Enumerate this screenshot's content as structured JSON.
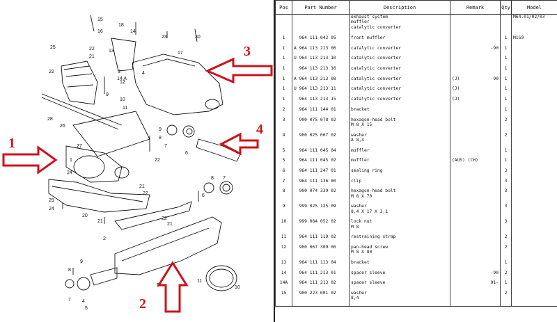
{
  "diagram": {
    "callouts": [
      "1",
      "2",
      "3",
      "4"
    ],
    "labels": [
      "16",
      "14",
      "23",
      "30",
      "15",
      "18",
      "25",
      "22",
      "21",
      "13",
      "17",
      "3",
      "4",
      "22",
      "12",
      "14 A",
      "9",
      "10",
      "11",
      "28",
      "26",
      "9",
      "8",
      "7",
      "6",
      "1",
      "6",
      "8",
      "7",
      "22",
      "21",
      "22",
      "29",
      "24",
      "21",
      "27",
      "22",
      "21",
      "20",
      "24",
      "5",
      "8",
      "7",
      "2",
      "9",
      "4",
      "5",
      "11",
      "10"
    ]
  },
  "table": {
    "headers": [
      "Pos",
      "Part Number",
      "Description",
      "Remark",
      "Qty",
      "Model"
    ],
    "rows": [
      {
        "pos": "",
        "part": "",
        "desc": "exhaust system\nmuffler\ncatalytic converter",
        "remark": "",
        "remark2": "",
        "qty": "",
        "model": "M64.01/02/03",
        "cls": "first"
      },
      {
        "pos": "1",
        "part": "  964 111 042 05",
        "desc": "front muffler",
        "remark": "",
        "remark2": "",
        "qty": "1",
        "model": "M150",
        "cls": ""
      },
      {
        "pos": "1",
        "part": "A 964 113 213 06",
        "desc": "catalytic converter",
        "remark": "",
        "remark2": "-90",
        "qty": "1",
        "model": "",
        "cls": ""
      },
      {
        "pos": "1",
        "part": "U 964 113 213 10",
        "desc": "catalytic converter",
        "remark": "",
        "remark2": "",
        "qty": "1",
        "model": "",
        "cls": ""
      },
      {
        "pos": "1",
        "part": "  964 113 213 16",
        "desc": "catalytic converter",
        "remark": "",
        "remark2": "",
        "qty": "1",
        "model": "",
        "cls": ""
      },
      {
        "pos": "1",
        "part": "A 964 113 213 08",
        "desc": "catalytic converter",
        "remark": "(J)",
        "remark2": "-90",
        "qty": "1",
        "model": "",
        "cls": ""
      },
      {
        "pos": "1",
        "part": "U 964 113 213 11",
        "desc": "catalytic converter",
        "remark": "(J)",
        "remark2": "",
        "qty": "1",
        "model": "",
        "cls": ""
      },
      {
        "pos": "1",
        "part": "  964 113 213 15",
        "desc": "catalytic converter",
        "remark": "(J)",
        "remark2": "",
        "qty": "1",
        "model": "",
        "cls": ""
      },
      {
        "pos": "2",
        "part": "  964 111 144 01",
        "desc": "bracket",
        "remark": "",
        "remark2": "",
        "qty": "1",
        "model": "",
        "cls": ""
      },
      {
        "pos": "3",
        "part": "  900 075 078 02",
        "desc": "hexagon-head bolt\nM 8 X 15",
        "remark": "",
        "remark2": "",
        "qty": "2",
        "model": "",
        "cls": "tall"
      },
      {
        "pos": "4",
        "part": "  900 025 007 02",
        "desc": "washer\nA 8,4",
        "remark": "",
        "remark2": "",
        "qty": "2",
        "model": "",
        "cls": "tall"
      },
      {
        "pos": "5",
        "part": "  964 111 045 04",
        "desc": "muffler",
        "remark": "",
        "remark2": "",
        "qty": "1",
        "model": "",
        "cls": ""
      },
      {
        "pos": "5",
        "part": "  964 111 045 02",
        "desc": "muffler",
        "remark": "(AUS) (CH)",
        "remark2": "",
        "qty": "1",
        "model": "",
        "cls": ""
      },
      {
        "pos": "6",
        "part": "  964 111 247 01",
        "desc": "sealing ring",
        "remark": "",
        "remark2": "",
        "qty": "3",
        "model": "",
        "cls": ""
      },
      {
        "pos": "7",
        "part": "  964 111 136 00",
        "desc": "clip",
        "remark": "",
        "remark2": "",
        "qty": "3",
        "model": "",
        "cls": ""
      },
      {
        "pos": "8",
        "part": "  900 074 339 02",
        "desc": "hexagon-head bolt\nM 8 X 70",
        "remark": "",
        "remark2": "",
        "qty": "3",
        "model": "",
        "cls": "tall"
      },
      {
        "pos": "9",
        "part": "  999 025 125 09",
        "desc": "washer\n8,4 X 17 X 3,1",
        "remark": "",
        "remark2": "",
        "qty": "3",
        "model": "",
        "cls": "tall"
      },
      {
        "pos": "10",
        "part": "  999 084 052 02",
        "desc": "lock nut\nM 8",
        "remark": "",
        "remark2": "",
        "qty": "3",
        "model": "",
        "cls": "tall"
      },
      {
        "pos": "11",
        "part": "  964 111 119 02",
        "desc": "restraining strap",
        "remark": "",
        "remark2": "",
        "qty": "2",
        "model": "",
        "cls": ""
      },
      {
        "pos": "12",
        "part": "  900 067 309 00",
        "desc": "pan-head screw\nM 8 X 80",
        "remark": "",
        "remark2": "",
        "qty": "2",
        "model": "",
        "cls": "tall"
      },
      {
        "pos": "13",
        "part": "  964 111 113 04",
        "desc": "bracket",
        "remark": "",
        "remark2": "",
        "qty": "1",
        "model": "",
        "cls": ""
      },
      {
        "pos": "14",
        "part": "  964 111 213 01",
        "desc": "spacer sleeve",
        "remark": "",
        "remark2": "-90",
        "qty": "2",
        "model": "",
        "cls": ""
      },
      {
        "pos": "14A",
        "part": "  964 111 213 02",
        "desc": "spacer sleeve",
        "remark": "",
        "remark2": "91-",
        "qty": "1",
        "model": "",
        "cls": ""
      },
      {
        "pos": "15",
        "part": "  900 223 001 02",
        "desc": "washer\n8,4",
        "remark": "",
        "remark2": "",
        "qty": "2",
        "model": "",
        "cls": "tall"
      }
    ]
  },
  "colors": {
    "arrow": "#d0101a",
    "ink": "#111111"
  }
}
